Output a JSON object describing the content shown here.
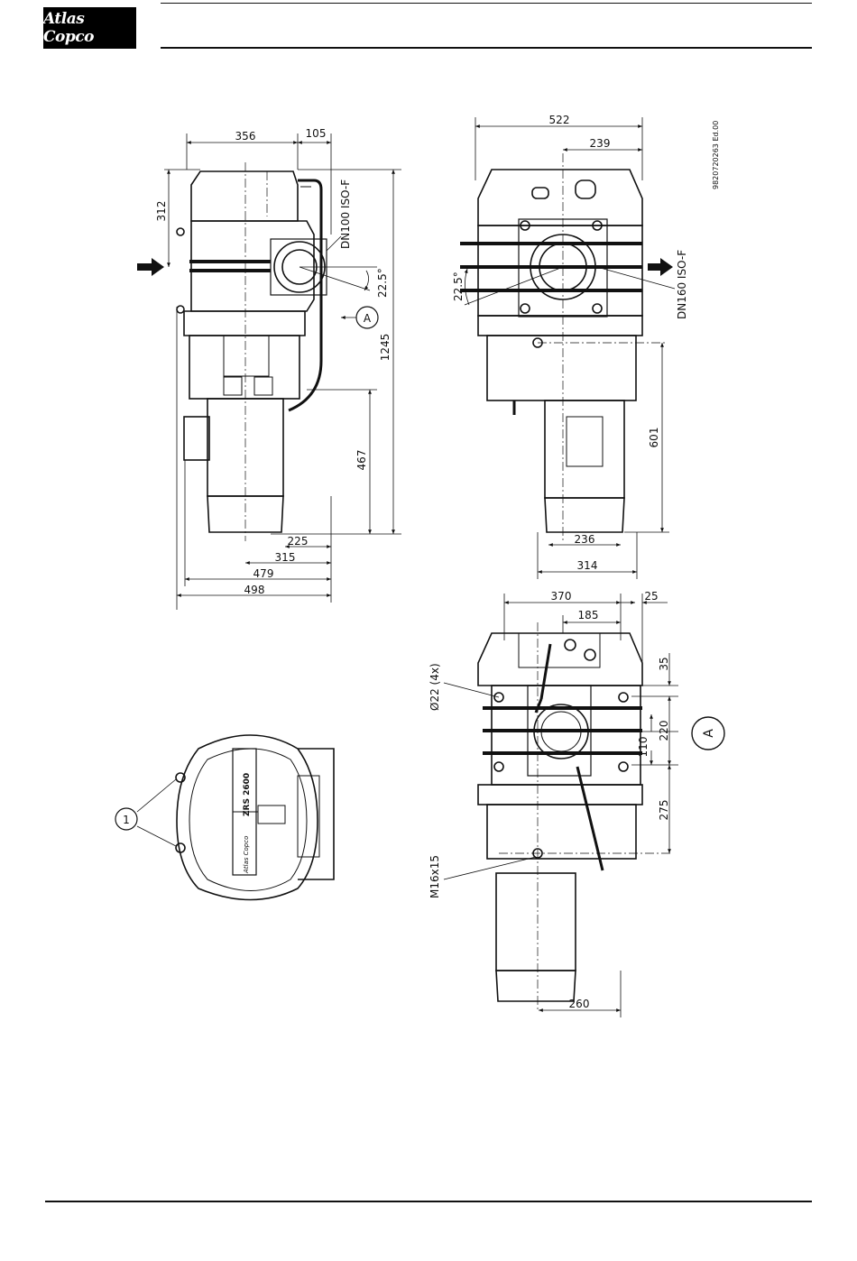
{
  "header": {
    "brand": "Atlas Copco"
  },
  "drawing_ref": "9820720263 Ed.00",
  "side_view": {
    "dims": {
      "d356": "356",
      "d105": "105",
      "d312": "312",
      "d1245": "1245",
      "d467": "467",
      "d225": "225",
      "d315": "315",
      "d479": "479",
      "d498": "498"
    },
    "inlet_label": "DN100 ISO-F",
    "angle": "22.5°",
    "callout": "A"
  },
  "front_view": {
    "dims": {
      "d522": "522",
      "d239": "239",
      "d601": "601",
      "d236": "236",
      "d314": "314"
    },
    "outlet_label": "DN160 ISO-F",
    "angle": "22.5°"
  },
  "bottom_view": {
    "dims": {
      "d370": "370",
      "d185": "185",
      "d25": "25",
      "d35": "35",
      "d220": "220",
      "d110": "110",
      "d275": "275",
      "d260": "260"
    },
    "hole_label": "Ø22 (4x)",
    "thread_label": "M16x15",
    "callout": "A"
  },
  "top_view": {
    "callout": "1",
    "plate_brand": "Atlas Copco",
    "model": "ZRS 2600"
  }
}
